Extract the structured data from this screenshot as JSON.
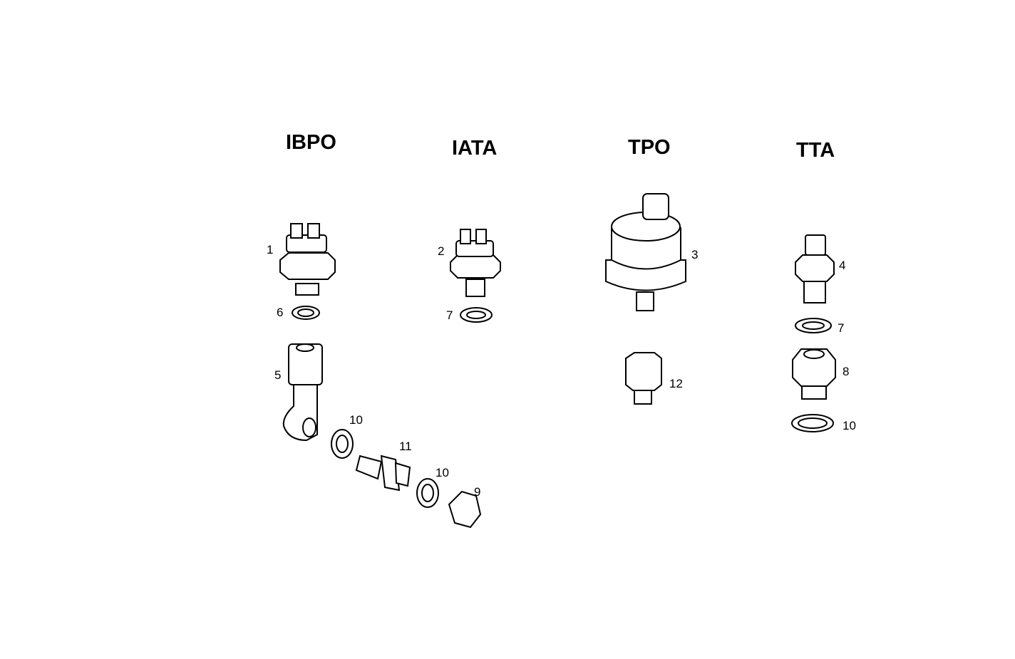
{
  "groups": [
    {
      "title": "IBPO"
    },
    {
      "title": "IATA"
    },
    {
      "title": "TPO"
    },
    {
      "title": "TTA"
    }
  ],
  "callouts": [
    "1",
    "6",
    "5",
    "10",
    "11",
    "10",
    "9",
    "2",
    "7",
    "3",
    "12",
    "4",
    "7",
    "8",
    "10"
  ]
}
